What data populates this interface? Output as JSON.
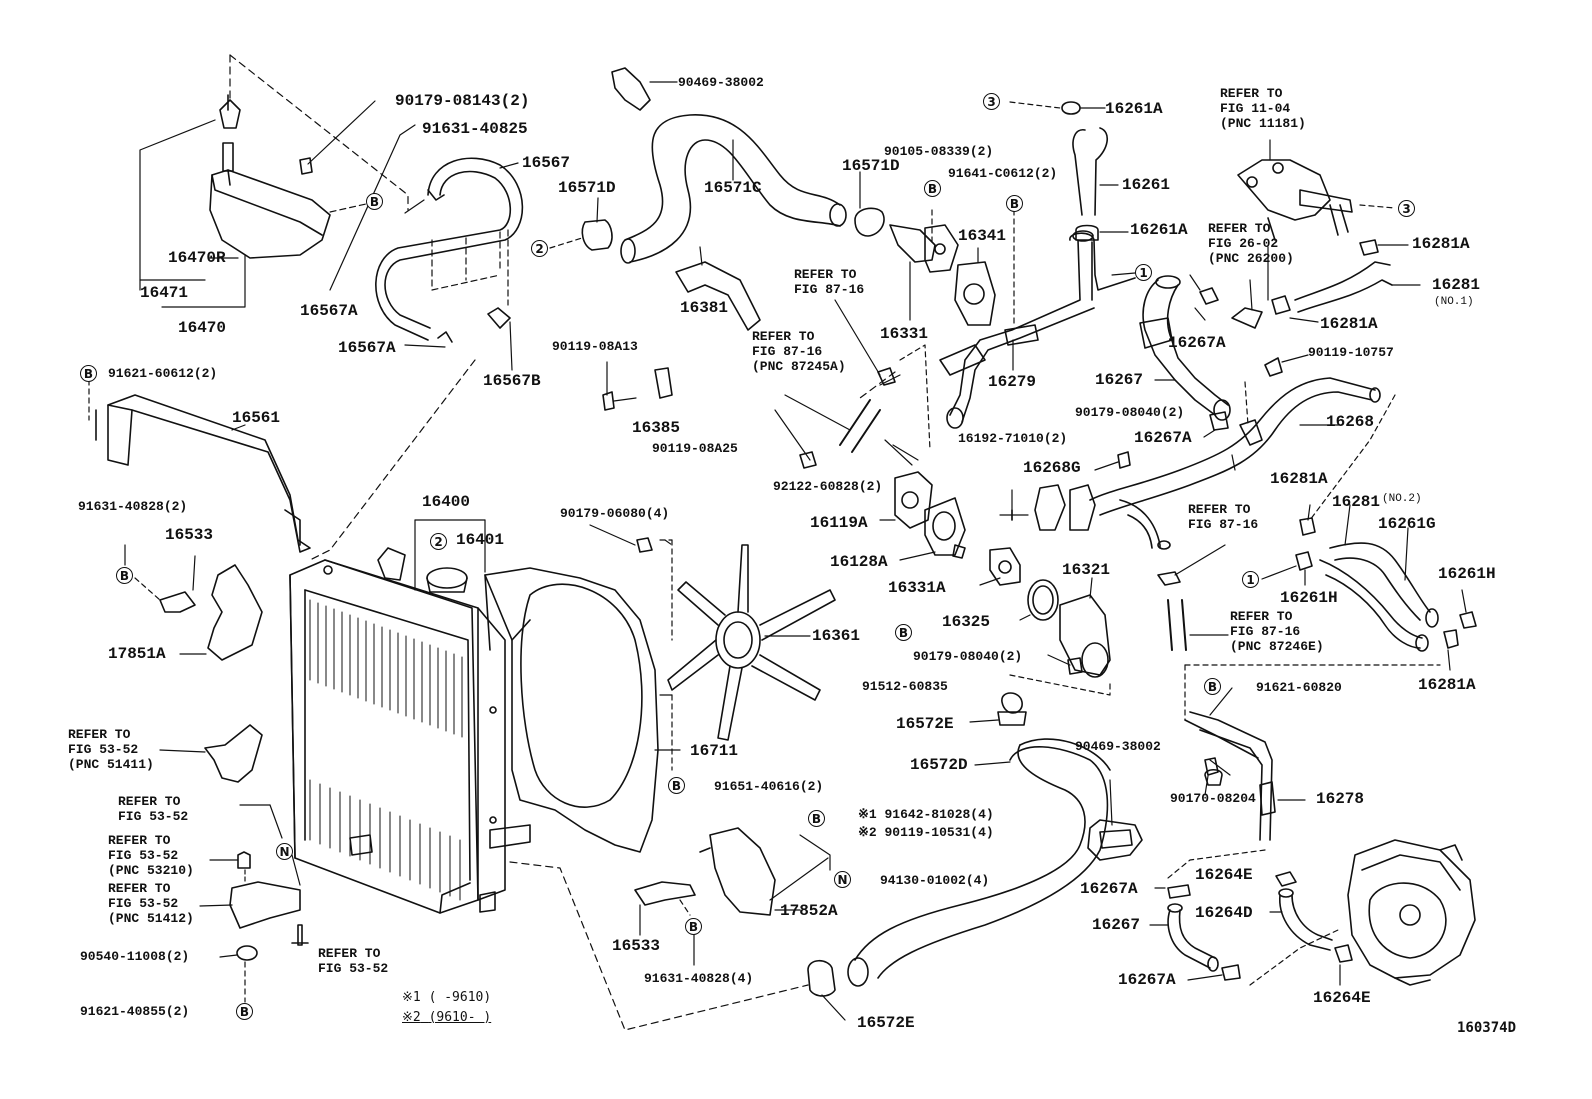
{
  "figure_id": "160374D",
  "legend": [
    {
      "mark": "※1",
      "range": "(      -9610)"
    },
    {
      "mark": "※2",
      "range": "(9610-       )"
    }
  ],
  "circle_marks": {
    "b": "B",
    "n": "N",
    "one": "1",
    "two": "2",
    "three": "3"
  },
  "parts": {
    "p90179_08143": "90179-08143(2)",
    "p91631_40825": "91631-40825",
    "p16567": "16567",
    "p16470R": "16470R",
    "p16471": "16471",
    "p16470": "16470",
    "p16567A_1": "16567A",
    "p16567A_2": "16567A",
    "p16567B": "16567B",
    "p91621_60612": "91621-60612(2)",
    "p16561": "16561",
    "p91631_40828_2": "91631-40828(2)",
    "p16533_1": "16533",
    "p17851A": "17851A",
    "p16400": "16400",
    "p16401": "16401",
    "p90469_38002_top": "90469-38002",
    "p16571D_1": "16571D",
    "p16571C": "16571C",
    "p16571D_2": "16571D",
    "p90105_08339": "90105-08339(2)",
    "p91641_C0612": "91641-C0612(2)",
    "p16341": "16341",
    "p16331": "16331",
    "p16261A_1": "16261A",
    "p16261": "16261",
    "p16261A_2": "16261A",
    "p16381": "16381",
    "p90119_08A13": "90119-08A13",
    "p16385": "16385",
    "p90119_08A25": "90119-08A25",
    "p92122_60828": "92122-60828(2)",
    "p16279": "16279",
    "p16267A_1": "16267A",
    "p16267_1": "16267",
    "p16267A_2": "16267A",
    "p90179_08040_a": "90179-08040(2)",
    "p16192_71010": "16192-71010(2)",
    "p16268G": "16268G",
    "p16268": "16268",
    "p16119A": "16119A",
    "p16128A": "16128A",
    "p16331A": "16331A",
    "p16321": "16321",
    "p16325": "16325",
    "p90179_08040_b": "90179-08040(2)",
    "p91512_60835": "91512-60835",
    "p90179_06080": "90179-06080(4)",
    "p16361": "16361",
    "p16711": "16711",
    "p91651_40616": "91651-40616(2)",
    "p16572E_1": "16572E",
    "p16572D": "16572D",
    "p90469_38002_mid": "90469-38002",
    "p91642_81028": "※1 91642-81028(4)",
    "p90119_10531": "※2 90119-10531(4)",
    "p94130_01002": "94130-01002(4)",
    "p17852A": "17852A",
    "p16533_2": "16533",
    "p91631_40828_4": "91631-40828(4)",
    "p16572E_2": "16572E",
    "p16281A_1": "16281A",
    "p16281_1": "16281",
    "p16281_no1": "(NO.1)",
    "p16281A_2": "16281A",
    "p90119_10757": "90119-10757",
    "p16281A_3": "16281A",
    "p16281_2": "16281",
    "p16281_no2": "(NO.2)",
    "p16261G": "16261G",
    "p16261H_1": "16261H",
    "p16261H_2": "16261H",
    "p16281A_4": "16281A",
    "p91621_60820": "91621-60820",
    "p16278": "16278",
    "p90170_08204": "90170-08204",
    "p16264E_1": "16264E",
    "p16264D": "16264D",
    "p16264E_2": "16264E",
    "p16267A_3": "16267A",
    "p16267_2": "16267",
    "p16267A_4": "16267A",
    "p90540_11008": "90540-11008(2)",
    "p91621_40855": "91621-40855(2)"
  },
  "refs": {
    "r_fig11_04": [
      "REFER TO",
      "FIG 11-04",
      "(PNC 11181)"
    ],
    "r_fig26_02": [
      "REFER TO",
      "FIG 26-02",
      "(PNC 26200)"
    ],
    "r_fig87_16_a": [
      "REFER TO",
      "FIG 87-16"
    ],
    "r_fig87_16_b": [
      "REFER TO",
      "FIG 87-16",
      "(PNC 87245A)"
    ],
    "r_fig87_16_c": [
      "REFER TO",
      "FIG 87-16"
    ],
    "r_fig87_16_d": [
      "REFER TO",
      "FIG 87-16",
      "(PNC 87246E)"
    ],
    "r_fig53_52_a": [
      "REFER TO",
      "FIG 53-52",
      "(PNC 51411)"
    ],
    "r_fig53_52_b": [
      "REFER TO",
      "FIG 53-52"
    ],
    "r_fig53_52_c": [
      "REFER TO",
      "FIG 53-52",
      "(PNC 53210)"
    ],
    "r_fig53_52_d": [
      "REFER TO",
      "FIG 53-52",
      "(PNC 51412)"
    ],
    "r_fig53_52_e": [
      "REFER TO",
      "FIG 53-52"
    ]
  }
}
